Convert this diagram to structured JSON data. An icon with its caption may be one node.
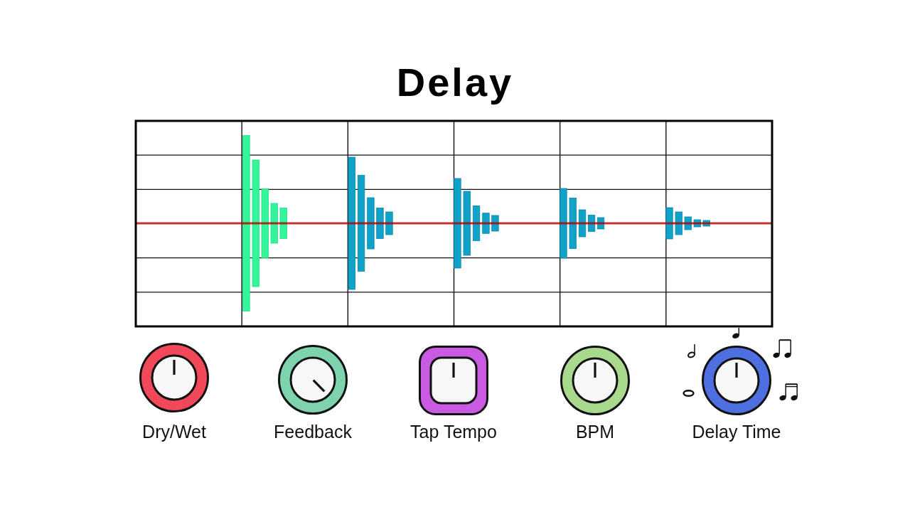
{
  "diagram": {
    "title": "Delay",
    "labels": [
      "Dry/Wet",
      "Feedback",
      "Tap Tempo",
      "BPM",
      "Delay Time"
    ]
  }
}
